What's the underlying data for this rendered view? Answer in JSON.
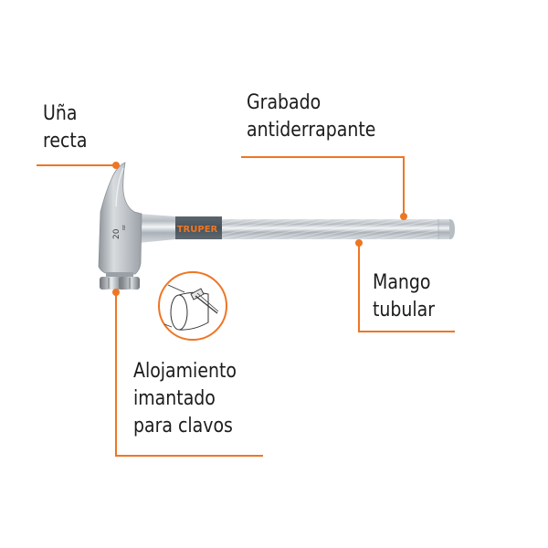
{
  "callouts": [
    {
      "id": "claw",
      "lines": [
        "Uña",
        "recta"
      ]
    },
    {
      "id": "grip",
      "lines": [
        "Grabado",
        "antiderrapante"
      ]
    },
    {
      "id": "handle",
      "lines": [
        "Mango",
        "tubular"
      ]
    },
    {
      "id": "magnet",
      "lines": [
        "Alojamiento",
        "imantado",
        "para clavos"
      ]
    }
  ],
  "product": {
    "brand": "TRUPER",
    "weight_marking": "20",
    "weight_unit": "oz"
  },
  "colors": {
    "accent": "#ee7623",
    "text": "#1c1c1c",
    "grip_band": "#4e5860",
    "steel": "#c9ced3"
  }
}
